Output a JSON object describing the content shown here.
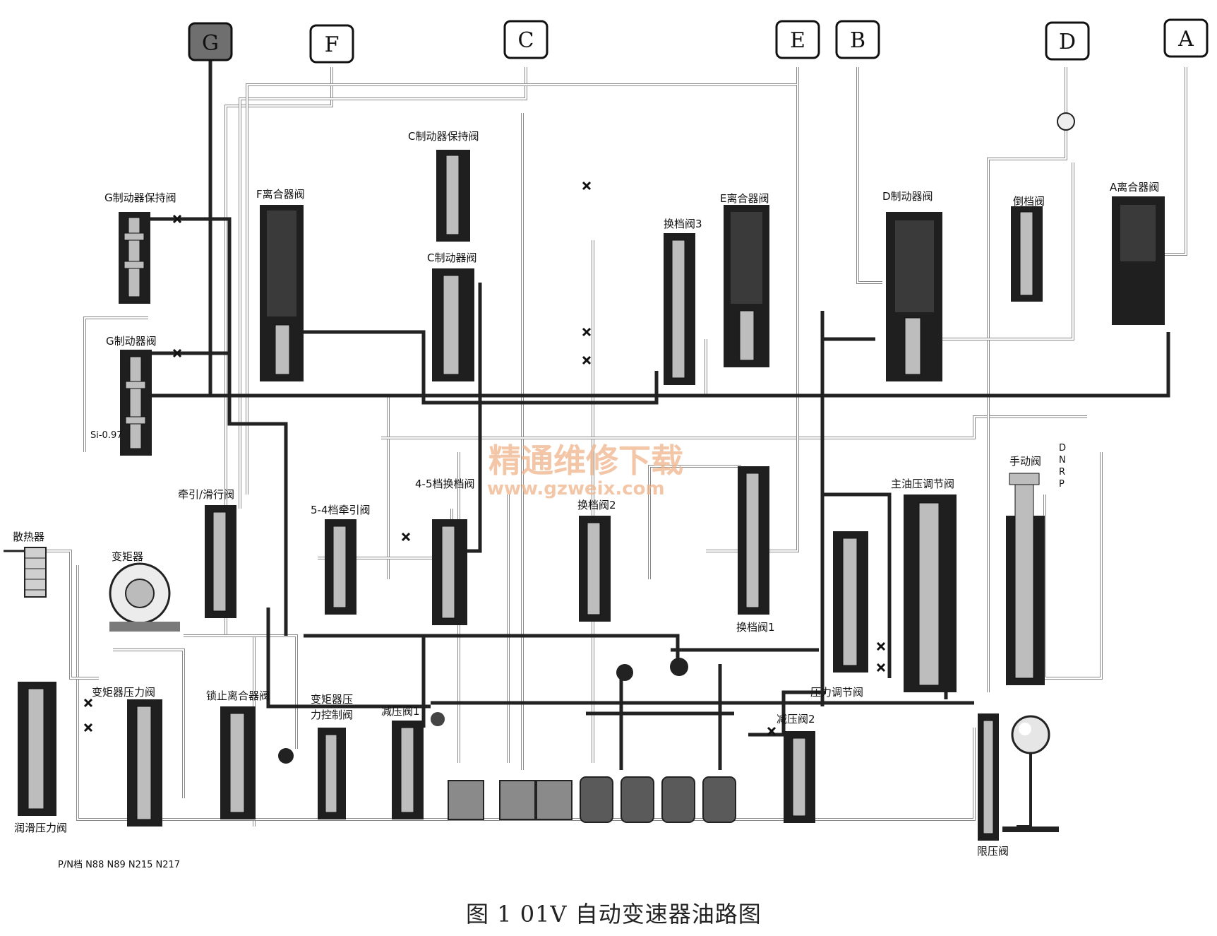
{
  "figure": {
    "caption": "图 1  01V 自动变速器油路图"
  },
  "circuit_boxes": [
    {
      "id": "G",
      "label": "G",
      "filled": true
    },
    {
      "id": "F",
      "label": "F",
      "filled": false
    },
    {
      "id": "C",
      "label": "C",
      "filled": false
    },
    {
      "id": "E",
      "label": "E",
      "filled": false
    },
    {
      "id": "B",
      "label": "B",
      "filled": false
    },
    {
      "id": "D",
      "label": "D",
      "filled": false
    },
    {
      "id": "A",
      "label": "A",
      "filled": false
    }
  ],
  "valves": {
    "g_brake_hold": "G制动器保持阀",
    "g_brake": "G制动器阀",
    "f_clutch": "F离合器阀",
    "c_brake_hold": "C制动器保持阀",
    "c_brake": "C制动器阀",
    "shift_3": "换档阀3",
    "e_clutch": "E离合器阀",
    "d_brake": "D制动器阀",
    "reverse": "倒档阀",
    "a_clutch": "A离合器阀",
    "traction_coast": "牵引/滑行阀",
    "traction_54": "5-4档牵引阀",
    "shift_45": "4-5档换档阀",
    "shift_2": "换档阀2",
    "shift_1": "换档阀1",
    "manual": "手动阀",
    "main_pressure": "主油压调节阀",
    "pressure_reg": "压力调节阀",
    "tc_pressure": "变矩器压力阀",
    "lockup_clutch": "锁止离合器阀",
    "tc_pressure_ctrl_1": "变矩器压",
    "tc_pressure_ctrl_2": "力控制阀",
    "reducer_1": "减压阀1",
    "reducer_2": "减压阀2",
    "lube_pressure": "润滑压力阀",
    "limit": "限压阀"
  },
  "components": {
    "cooler": "散热器",
    "torque_converter": "变矩器"
  },
  "manual_positions": [
    "D",
    "N",
    "R",
    "P"
  ],
  "small_marks": {
    "si": "Si-0.97"
  },
  "footnote": "P/N档  N88 N89  N215 N217",
  "watermark": {
    "line1": "精通维修下载",
    "line2": "www.gzweix.com"
  }
}
